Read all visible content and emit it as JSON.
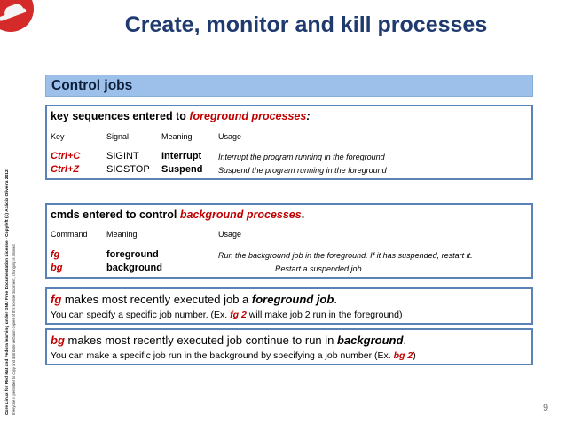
{
  "title": "Create, monitor and kill processes",
  "section_bar": "Control jobs",
  "sidebar": {
    "line1": "Core Linux for Red Hat and Fedora learning under GNU Free Documentation License - Copyleft (c) Acácio Oliveira 2012",
    "line2": "Everyone is permitted to copy and distribute verbatim copies of this license document, changing is allowed"
  },
  "box1": {
    "heading_prefix": "key sequences entered to ",
    "heading_em": "foreground processes",
    "heading_suffix": ":",
    "headers": {
      "key": "Key",
      "signal": "Signal",
      "meaning": "Meaning",
      "usage": "Usage"
    },
    "rows": [
      {
        "key": "Ctrl+C",
        "signal": "SIGINT",
        "meaning": "Interrupt",
        "usage": "Interrupt the program running in the foreground"
      },
      {
        "key": "Ctrl+Z",
        "signal": "SIGSTOP",
        "meaning": "Suspend",
        "usage": "Suspend the program running in the foreground"
      }
    ]
  },
  "box2": {
    "heading_prefix": "cmds entered to control ",
    "heading_em": "background processes",
    "heading_suffix": ".",
    "headers": {
      "command": "Command",
      "meaning": "Meaning",
      "usage": "Usage"
    },
    "rows": [
      {
        "command": "fg",
        "meaning": "foreground",
        "usage": "Run the background job in the foreground. If it has suspended, restart it."
      },
      {
        "command": "bg",
        "meaning": "background",
        "usage": "Restart a suspended job."
      }
    ]
  },
  "box3": {
    "cmd": "fg",
    "line1_mid": " makes most recently executed job a ",
    "line1_em": "foreground job",
    "line1_end": ".",
    "line2_prefix": "You can specify a specific job number. (Ex.  ",
    "line2_em": "fg 2",
    "line2_suffix": " will make job 2 run in the foreground)"
  },
  "box4": {
    "cmd": "bg",
    "line1_mid": " makes most recently executed job continue to run in ",
    "line1_em": "background",
    "line1_end": ".",
    "line2_prefix": "You can make a specific job run in the background by specifying a job number (Ex.  ",
    "line2_em": "bg 2",
    "line2_suffix": ")"
  },
  "page_number": "9",
  "colors": {
    "title": "#1f3a6e",
    "accent_red": "#c00000",
    "bar": "#9cc0ea",
    "box_border": "#5b82b4"
  }
}
